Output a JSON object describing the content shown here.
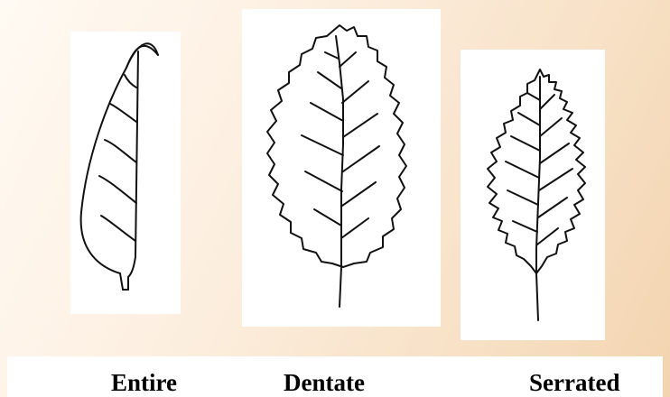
{
  "leaves": [
    {
      "id": "entire",
      "label": "Entire"
    },
    {
      "id": "dentate",
      "label": "Dentate"
    },
    {
      "id": "serrated",
      "label": "Serrated"
    }
  ]
}
